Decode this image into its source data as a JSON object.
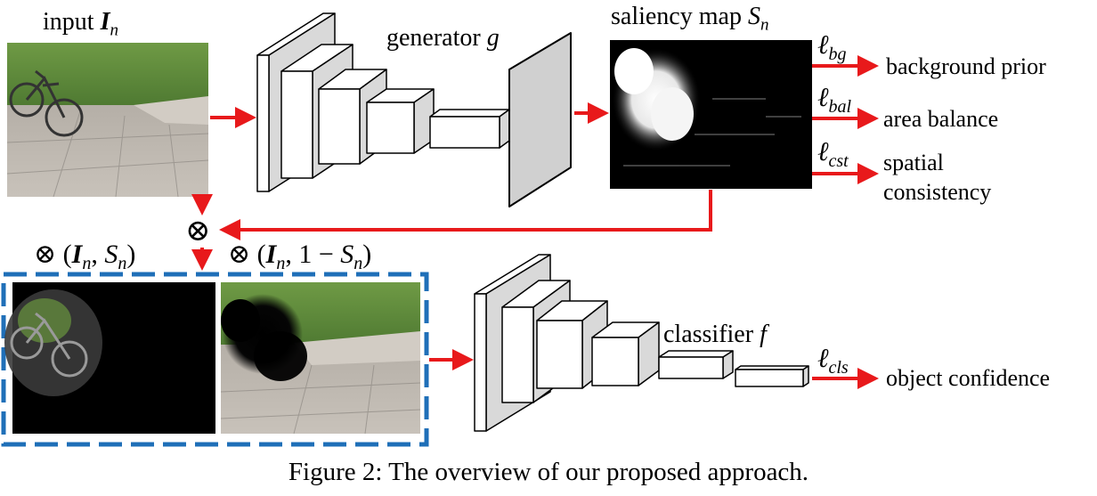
{
  "input": {
    "word": "input",
    "symbol": "I",
    "sub": "n"
  },
  "generator": {
    "word": "generator",
    "symbol": "g"
  },
  "saliency": {
    "word": "saliency map",
    "symbol": "S",
    "sub": "n"
  },
  "losses": {
    "bg": {
      "symbol": "ℓ",
      "sub": "bg",
      "label": "background prior"
    },
    "bal": {
      "symbol": "ℓ",
      "sub": "bal",
      "label": "area balance"
    },
    "cst": {
      "symbol": "ℓ",
      "sub": "cst",
      "label_line1": "spatial",
      "label_line2": "consistency"
    },
    "cls": {
      "symbol": "ℓ",
      "sub": "cls",
      "label": "object confidence"
    }
  },
  "otimes": "⊗",
  "fg_formula": {
    "op": "⊗",
    "open": " (",
    "I": "I",
    "I_sub": "n",
    "comma": ", ",
    "S": "S",
    "S_sub": "n",
    "close": ")"
  },
  "bg_formula": {
    "op": "⊗",
    "open": " (",
    "I": "I",
    "I_sub": "n",
    "comma": ", 1 − ",
    "S": "S",
    "S_sub": "n",
    "close": ")"
  },
  "classifier": {
    "word": "classifier",
    "symbol": "f"
  },
  "caption": "Figure 2: The overview of our proposed approach.",
  "colors": {
    "arrow": "#e8191b",
    "dashed_box": "#1f6fb8",
    "grass": "#5f8a3c",
    "pavement": "#b3aca4",
    "saliency_bg": "#000000"
  }
}
